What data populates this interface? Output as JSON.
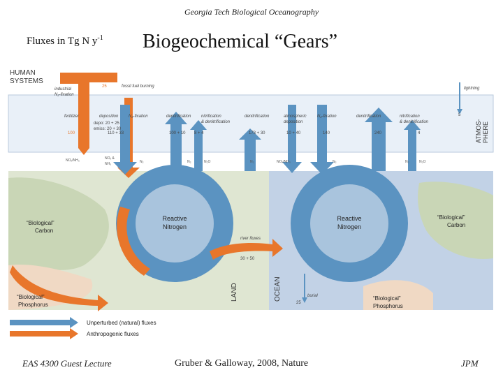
{
  "header": "Georgia Tech Biological Oceanography",
  "subtitle": {
    "prefix": "Fluxes in Tg N y",
    "sup": "-1"
  },
  "title": "Biogeochemical “Gears”",
  "footer": {
    "left": "EAS 4300 Guest Lecture",
    "center": "Gruber & Galloway, 2008, Nature",
    "right": "JPM"
  },
  "diagram": {
    "human_systems": [
      "HUMAN",
      "SYSTEMS"
    ],
    "atmosphere": [
      "ATMOS-",
      "PHERE"
    ],
    "land": "LAND",
    "ocean": "OCEAN",
    "industrial": [
      "industrial",
      "N₂-fixation"
    ],
    "fossil": "fossil fuel burning",
    "fossil_value": "25",
    "lightning": "lightning",
    "lightning_value": "5",
    "fertilizer": "fertilizer",
    "fertilizer_value": "100",
    "deposition": "deposition",
    "depo": "depo: 20 + 25",
    "emiss": "emiss: 20 + 30",
    "deposition_value": "110 + 33",
    "n2fix_land": "N₂-fixation",
    "denit_land": "denitrification",
    "nitrif_land": [
      "nitrification",
      "& denitrification"
    ],
    "denit_land_values": [
      "100 + 10",
      "8 + 4"
    ],
    "denit_mid": "denitrification",
    "denit_mid_value": "173 + 30",
    "atm_dep": [
      "atmospheric",
      "deposition"
    ],
    "atm_dep_value": "10 + 40",
    "n2fix_ocean": "N₂-fixation",
    "n2fix_ocean_value": "140",
    "denit_ocean": "denitrification",
    "denit_ocean_value": "240",
    "nitrif_ocean": [
      "nitrification",
      "& denitrification"
    ],
    "nitrif_ocean_value": "4",
    "species": [
      "NOₓ/NH₃",
      "NOₓ &",
      "NH₃",
      "N₂",
      "N₂",
      "N₂O",
      "N₂",
      "NOₓ/NH₃",
      "N₂",
      "N₂",
      "N₂O"
    ],
    "reactive_nitrogen": [
      "Reactive",
      "Nitrogen"
    ],
    "biological_carbon": [
      "“Biological”",
      "Carbon"
    ],
    "biological_phosphorus": [
      "“Biological”",
      "Phosphorus"
    ],
    "river": "river fluxes",
    "river_value": "30 + 50",
    "burial": "burial",
    "burial_value": "25",
    "legend": [
      "Unperturbed (natural) fluxes",
      "Anthropogenic fluxes"
    ]
  },
  "colors": {
    "natural": "#5b93c1",
    "anthropogenic": "#e8762b",
    "atmosphere": "#e9f0f8",
    "land": "#c9d6b6",
    "ocean": "#c2d2e6"
  }
}
